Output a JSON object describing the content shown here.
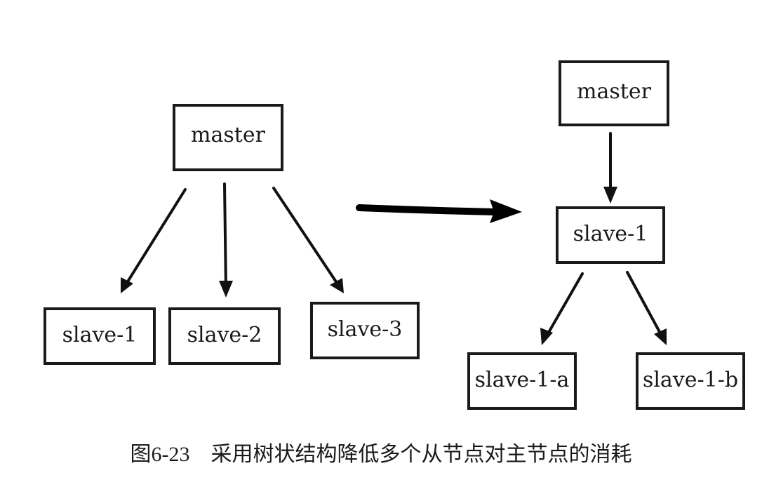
{
  "left_tree": {
    "master": "master",
    "slaves": [
      "slave-1",
      "slave-2",
      "slave-3"
    ]
  },
  "right_tree": {
    "master": "master",
    "middle": "slave-1",
    "leaves": [
      "slave-1-a",
      "slave-1-b"
    ]
  },
  "caption": "图6-23　采用树状结构降低多个从节点对主节点的消耗"
}
